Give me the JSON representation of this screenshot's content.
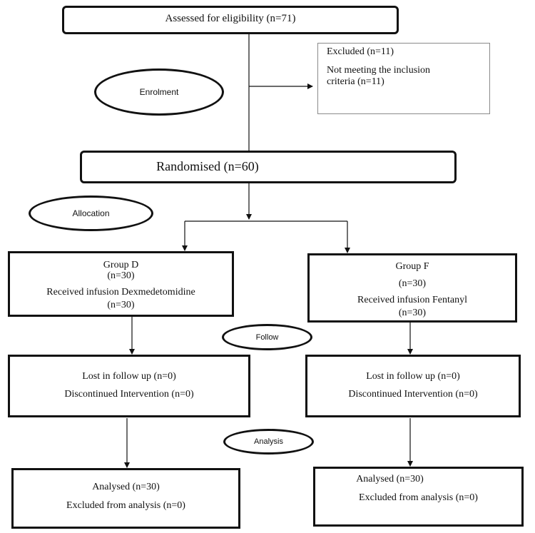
{
  "assessed": {
    "label": "Assessed for eligibility (n=71)"
  },
  "excluded": {
    "title": "Excluded (n=11)",
    "reason_line1": "Not meeting the inclusion",
    "reason_line2": "criteria (n=11)"
  },
  "stages": {
    "enrolment": "Enrolment",
    "allocation": "Allocation",
    "follow": "Follow",
    "analysis": "Analysis"
  },
  "randomised": {
    "label": "Randomised (n=60)"
  },
  "group_d": {
    "title": "Group D",
    "n": "(n=30)",
    "infusion": "Received infusion Dexmedetomidine",
    "infusion_n": "(n=30)",
    "lost": "Lost in follow up (n=0)",
    "discontinued": "Discontinued Intervention (n=0)",
    "analysed": "Analysed (n=30)",
    "excluded_analysis": "Excluded from analysis (n=0)"
  },
  "group_f": {
    "title": "Group F",
    "n": "(n=30)",
    "infusion": "Received infusion Fentanyl",
    "infusion_n": "(n=30)",
    "lost": "Lost in follow up (n=0)",
    "discontinued": "Discontinued Intervention (n=0)",
    "analysed": "Analysed (n=30)",
    "excluded_analysis": "Excluded from analysis (n=0)"
  }
}
